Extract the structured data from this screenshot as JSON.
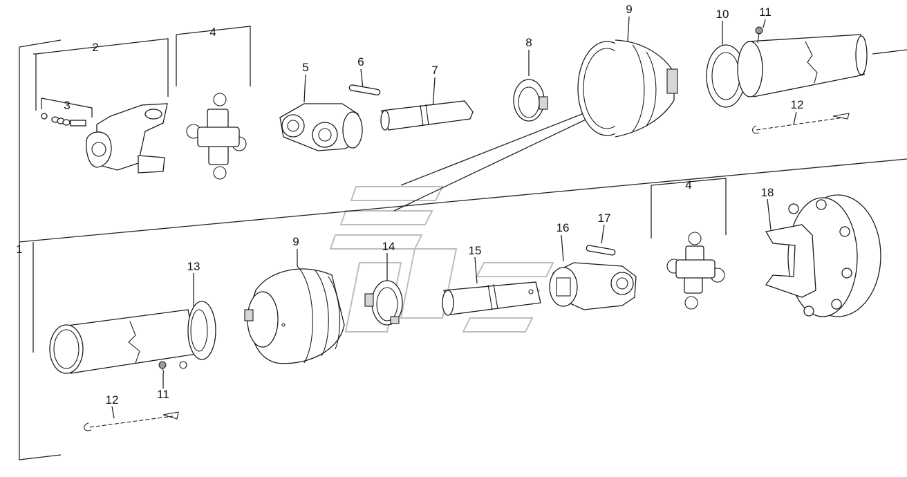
{
  "diagram": {
    "labels": {
      "group_main": "1",
      "yoke_assembly": "2",
      "yoke_bolt_set": "3",
      "cross_kit_top": "4",
      "inner_yoke": "5",
      "roll_pin_top": "6",
      "inner_tube_top": "7",
      "guard_ring_top": "8",
      "guard_cone_top": "9",
      "guard_tube_top": "10",
      "screw_top": "11",
      "chain_top": "12",
      "guard_tube_bottom": "13",
      "guard_ring_bottom": "14",
      "inner_tube_bottom": "15",
      "inner_yoke_bottom": "16",
      "roll_pin_bottom": "17",
      "flange_yoke": "18",
      "cross_kit_bottom": "4",
      "guard_cone_bottom": "9",
      "screw_bottom": "11",
      "chain_bottom": "12"
    }
  }
}
